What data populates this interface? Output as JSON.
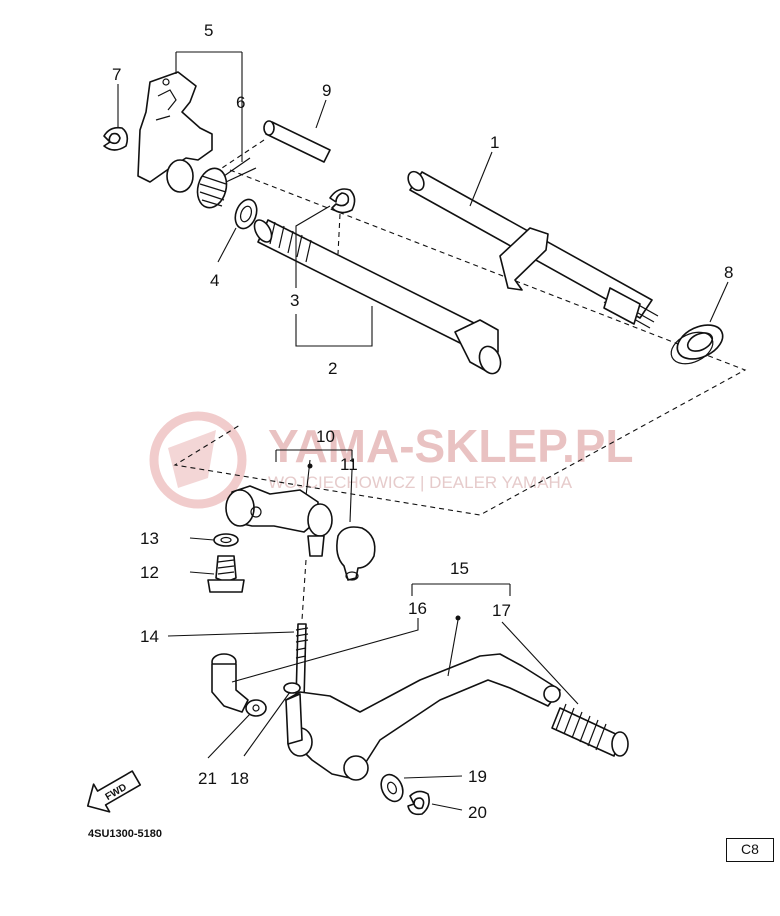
{
  "diagram": {
    "labels": {
      "p1": "1",
      "p2": "2",
      "p3": "3",
      "p4": "4",
      "p5": "5",
      "p6": "6",
      "p7": "7",
      "p8": "8",
      "p9": "9",
      "p10": "10",
      "p11": "11",
      "p12": "12",
      "p13": "13",
      "p14": "14",
      "p15": "15",
      "p16": "16",
      "p17": "17",
      "p18": "18",
      "p19": "19",
      "p20": "20",
      "p21": "21"
    },
    "fwd": "FWD",
    "figure_code": "4SU1300-5180",
    "page_badge": "C8"
  },
  "watermark": {
    "title": "YAMA-SKLEP.PL",
    "subtitle": "WOJCIECHOWICZ | DEALER YAMAHA",
    "color": "#e6b8b8"
  }
}
